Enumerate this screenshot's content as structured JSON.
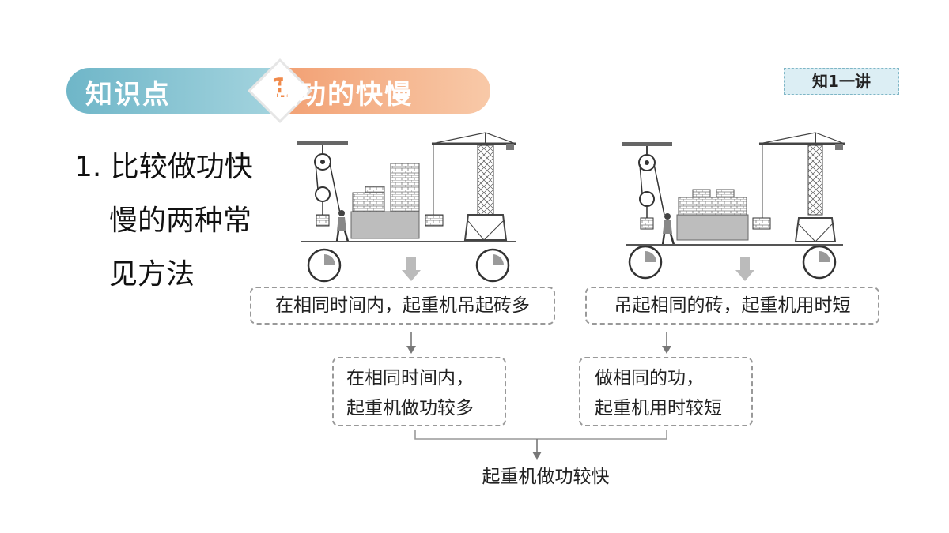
{
  "header": {
    "topic": "知识点",
    "number": "1",
    "title": "做功的快慢",
    "tag": "知1一讲"
  },
  "lead": {
    "line1": "1. 比较做功快",
    "line2": "慢的两种常",
    "line3": "见方法"
  },
  "flow": {
    "left_top": "在相同时间内，起重机吊起砖多",
    "right_top": "吊起相同的砖，起重机用时短",
    "left_mid_line1": "在相同时间内，",
    "left_mid_line2": "起重机做功较多",
    "right_mid_line1": "做相同的功，",
    "right_mid_line2": "起重机用时较短",
    "conclusion": "起重机做功较快"
  },
  "colors": {
    "banner_blue": "#6fb6c8",
    "banner_orange": "#f2a073",
    "arrow_gray": "#aaaaaa"
  }
}
